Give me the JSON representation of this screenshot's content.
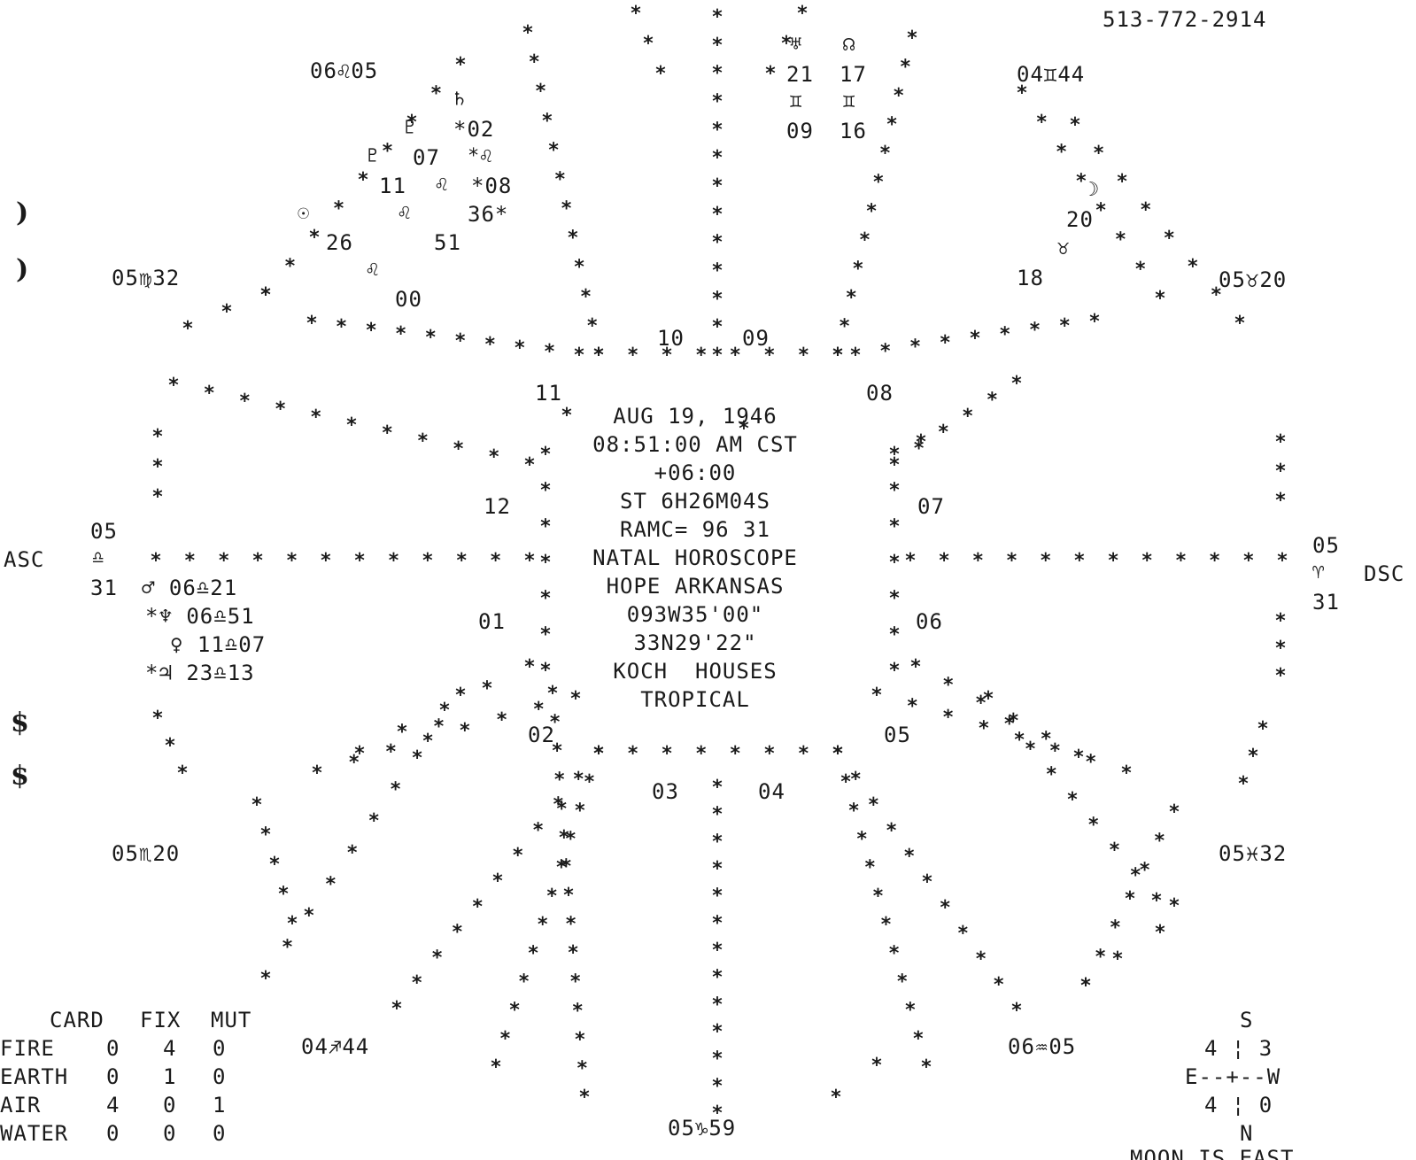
{
  "phone": "513-772-2914",
  "chart_header": {
    "date": "AUG 19, 1946",
    "time": "08:51:00 AM CST",
    "offset": "+06:00",
    "sidereal": "ST 6H26M04S",
    "ramc": "RAMC= 96 31",
    "title": "NATAL HOROSCOPE",
    "place": "HOPE ARKANSAS",
    "longitude": "093W35'00\"",
    "latitude": "33N29'22\"",
    "house_system": "KOCH  HOUSES",
    "zodiac": "TROPICAL"
  },
  "angles": {
    "asc_label": "ASC",
    "asc_deg": "05",
    "asc_sign": "♎",
    "asc_min": "31",
    "dsc_label": "DSC",
    "dsc_deg": "05",
    "dsc_sign": "♈",
    "dsc_min": "31"
  },
  "house_numbers": [
    "10",
    "09",
    "11",
    "08",
    "12",
    "07",
    "01",
    "06",
    "02",
    "05",
    "03",
    "04"
  ],
  "cusps": {
    "c11": "06♌05",
    "c12": "05♍32",
    "c02": "05♏20",
    "c03": "04♐44",
    "c04": "05♑59",
    "c05": "06♒05",
    "c06": "05♓32",
    "c08": "05♉20",
    "c09": "04♊44"
  },
  "planets": {
    "saturn": {
      "glyph": "♄",
      "deg": "*02",
      "sign": "♌",
      "min": "*08"
    },
    "pluto": {
      "glyph": "♇"
    },
    "pluto_block": {
      "glyph": "♇",
      "deg": "07",
      "sign": "*♌"
    },
    "venus_block": {
      "deg": "11",
      "sign": "♌"
    },
    "sun": {
      "glyph": "☉",
      "deg": "26",
      "sign": "♌",
      "min": "36*",
      "sun_min": "51"
    },
    "mercury": {
      "sign": "♌",
      "min": "00"
    },
    "uranus": {
      "glyph": "♅",
      "deg": "21",
      "sign": "♊",
      "min": "09"
    },
    "node": {
      "glyph": "☊",
      "deg": "17",
      "sign": "♊",
      "min": "16"
    },
    "moon": {
      "glyph": "☽",
      "deg": "20",
      "sign": "♉",
      "min": "18"
    },
    "mars": {
      "line": "♂ 06♎21"
    },
    "neptune": {
      "line": "*♆ 06♎51"
    },
    "venus": {
      "line": "♀ 11♎07"
    },
    "jupiter": {
      "line": "*♃ 23♎13"
    }
  },
  "elements_table": {
    "headers": [
      "CARD",
      "FIX",
      "MUT"
    ],
    "rows": [
      {
        "label": "FIRE",
        "values": [
          "0",
          "4",
          "0"
        ]
      },
      {
        "label": "EARTH",
        "values": [
          "0",
          "1",
          "0"
        ]
      },
      {
        "label": "AIR",
        "values": [
          "4",
          "0",
          "1"
        ]
      },
      {
        "label": "WATER",
        "values": [
          "0",
          "0",
          "0"
        ]
      }
    ]
  },
  "compass": {
    "s": "S",
    "n": "N",
    "top_row": "4 ¦ 3",
    "middle_row": "E--+--W",
    "bottom_row": "4 ¦ 0",
    "footer": "MOON IS EAST"
  }
}
